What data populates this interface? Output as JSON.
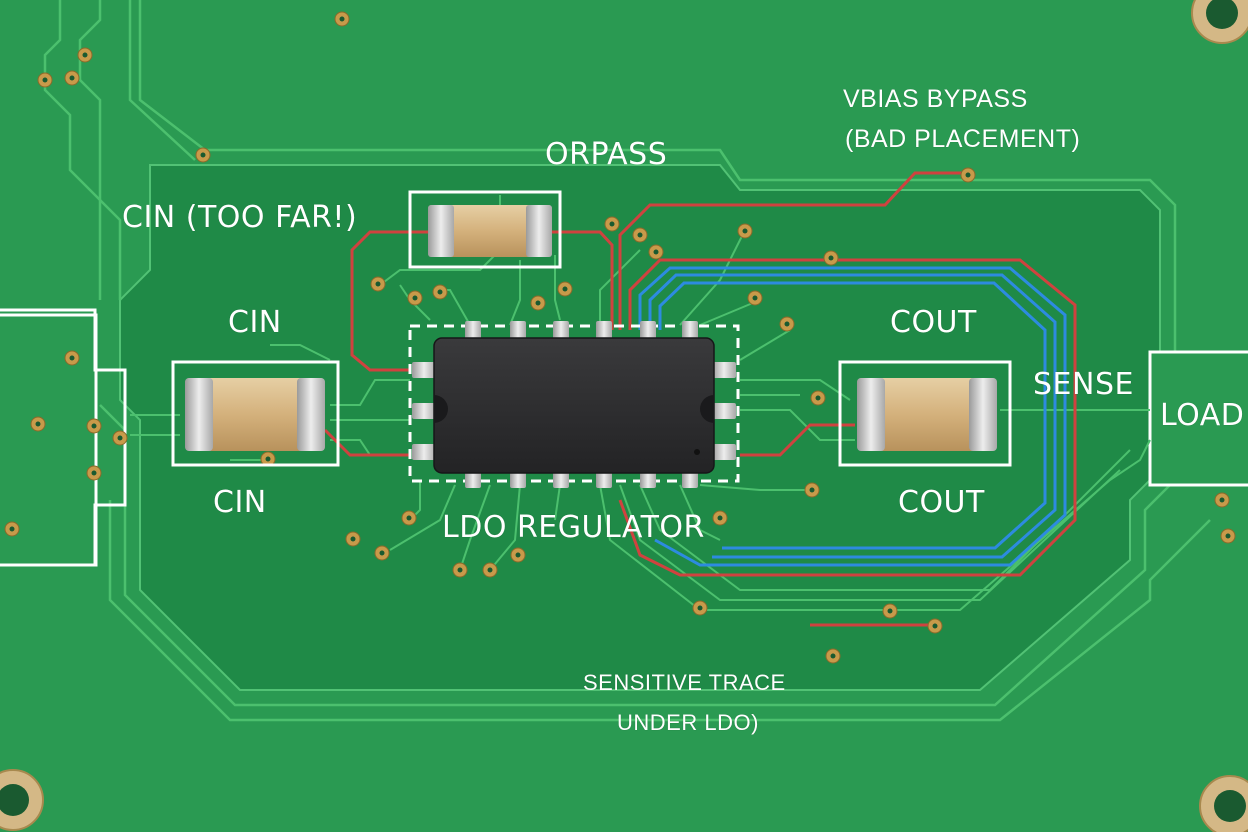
{
  "labels": {
    "cin_too_far": "CIN (TOO FAR!)",
    "orpass": "ORPASS",
    "vbias_line1": "VBIAS BYPASS",
    "vbias_line2": "(BAD PLACEMENT)",
    "cin_top": "CIN",
    "cin_bottom": "CIN",
    "cout_top": "COUT",
    "cout_bottom": "COUT",
    "sense": "SENSE",
    "load": "LOAD",
    "ldo": "LDO REGULATOR",
    "sensitive_line1": "SENSITIVE TRACE",
    "sensitive_line2": "UNDER LDO)"
  },
  "colors": {
    "board": "#2a9a52",
    "pour": "#1f8a47",
    "trace": "#4cc06e",
    "red_trace": "#d0423f",
    "blue_trace": "#2d8be0",
    "silkscreen": "#ffffff",
    "ic_body": "#2b2b2d",
    "cap_body": "#d8b98a",
    "pad": "#c6c6c6",
    "via_ring": "#c89a4a"
  },
  "components": {
    "ic": "ldo-regulator-ic",
    "caps": [
      "cin-capacitor",
      "cin-far-capacitor",
      "cout-capacitor"
    ]
  }
}
